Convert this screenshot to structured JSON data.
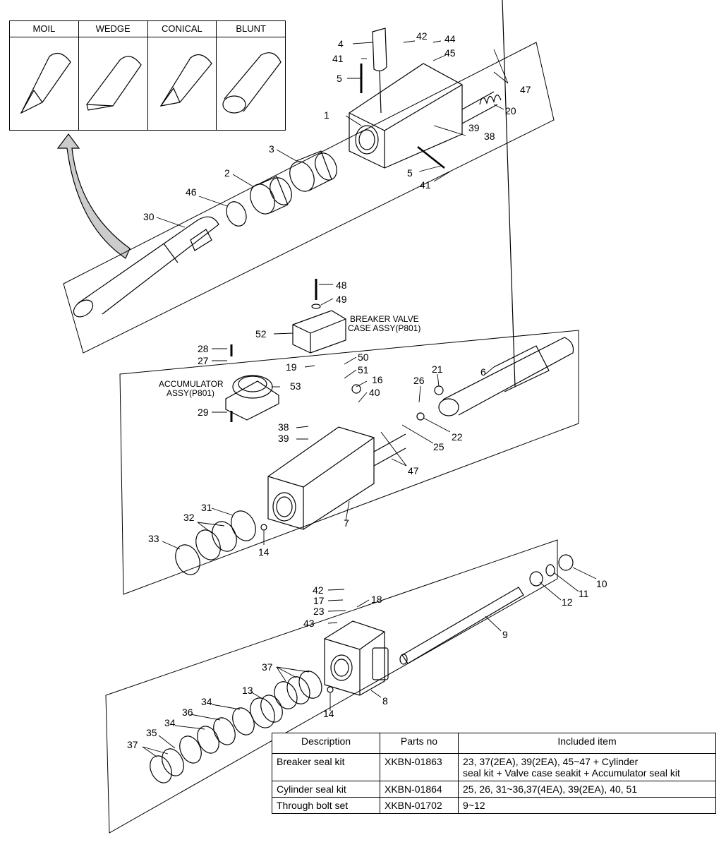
{
  "tip_types": [
    "MOIL",
    "WEDGE",
    "CONICAL",
    "BLUNT"
  ],
  "callouts": {
    "n1": "1",
    "n2": "2",
    "n3": "3",
    "n4": "4",
    "n5a": "5",
    "n5b": "5",
    "n6": "6",
    "n7": "7",
    "n8": "8",
    "n9": "9",
    "n10": "10",
    "n11": "11",
    "n12": "12",
    "n13": "13",
    "n14a": "14",
    "n14b": "14",
    "n16": "16",
    "n17": "17",
    "n18": "18",
    "n19": "19",
    "n20": "20",
    "n21": "21",
    "n22": "22",
    "n23a": "23",
    "n25": "25",
    "n26": "26",
    "n27": "27",
    "n28": "28",
    "n29": "29",
    "n30": "30",
    "n31": "31",
    "n32": "32",
    "n33": "33",
    "n34a": "34",
    "n34b": "34",
    "n35": "35",
    "n36": "36",
    "n37a": "37",
    "n37b": "37",
    "n38a": "38",
    "n38b": "38",
    "n39a": "39",
    "n39b": "39",
    "n40": "40",
    "n41a": "41",
    "n41b": "41",
    "n42a": "42",
    "n42b": "42",
    "n43": "43",
    "n44": "44",
    "n45": "45",
    "n46": "46",
    "n47a": "47",
    "n47b": "47",
    "n48": "48",
    "n49": "49",
    "n50": "50",
    "n51": "51",
    "n52": "52",
    "n53": "53"
  },
  "notes": {
    "valve_line1": "BREAKER VALVE",
    "valve_line2": "CASE ASSY(P801)",
    "accum_line1": "ACCUMULATOR",
    "accum_line2": "ASSY(P801)"
  },
  "parts_table": {
    "headers": [
      "Description",
      "Parts no",
      "Included item"
    ],
    "rows": [
      {
        "description": "Breaker seal kit",
        "parts_no": "XKBN-01863",
        "included_1": "23, 37(2EA), 39(2EA), 45~47 + Cylinder",
        "included_2": "seal kit + Valve case seakit + Accumulator seal kit"
      },
      {
        "description": "Cylinder seal kit",
        "parts_no": "XKBN-01864",
        "included_1": "25, 26, 31~36,37(4EA), 39(2EA), 40, 51",
        "included_2": ""
      },
      {
        "description": "Through bolt set",
        "parts_no": "XKBN-01702",
        "included_1": "9~12",
        "included_2": ""
      }
    ]
  }
}
